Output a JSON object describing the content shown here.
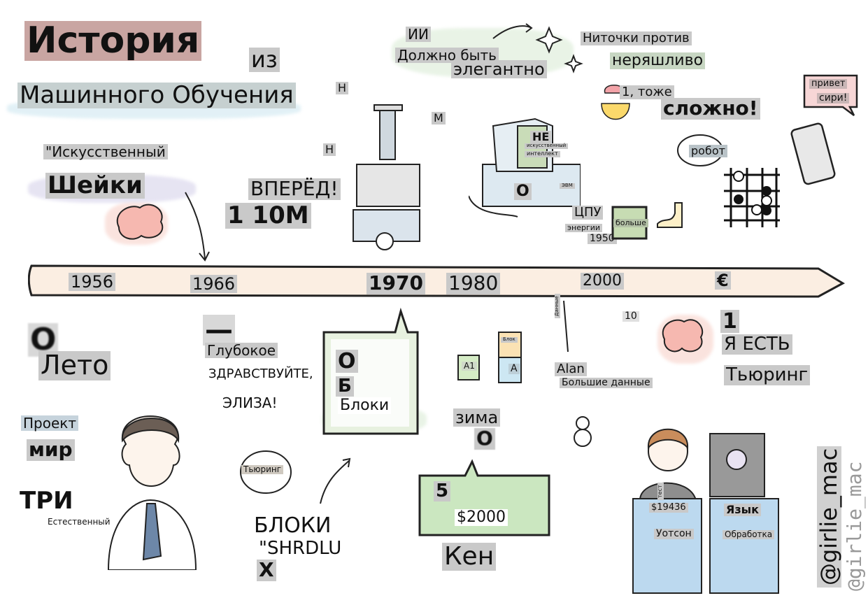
{
  "title": {
    "line1": "История",
    "line2": "из",
    "line3": "Машинного Обучения"
  },
  "top_left": {
    "quote": "\"Искусственный",
    "shakey": "Шейки"
  },
  "robot": {
    "forward": "ВПЕРЁД!",
    "cost": "1 10M",
    "letter_n1": "Н",
    "letter_m": "М",
    "letter_n2": "Н"
  },
  "ai_elegant": {
    "ai": "ИИ",
    "should_be": "Должно быть",
    "elegant": "элегантно"
  },
  "scruffy": {
    "neats_vs": "Ниточки против",
    "scruffy": "неряшливо",
    "too": "1, тоже",
    "hard": "сложно!"
  },
  "siri": {
    "line1": "привет",
    "line2": "сири!"
  },
  "computer": {
    "screen_1": "НЕ",
    "screen_2": "искусственный",
    "screen_3": "интеллект",
    "base": "О",
    "badge": "ЭВМ"
  },
  "compute": {
    "robot_bubble": "робот",
    "cpu": "ЦПУ",
    "energy": "энергии",
    "year": "1950",
    "chip": "больше"
  },
  "timeline": {
    "years": [
      "1956",
      "1966",
      "1970",
      "1980",
      "2000",
      "€"
    ]
  },
  "lower_left": {
    "o": "О",
    "dash": "—",
    "summer": "Лето",
    "project": "Проект",
    "world": "мир",
    "three": "ТРИ",
    "natural": "Естественный"
  },
  "eliza": {
    "deep": "Глубокое",
    "hello": "ЗДРАВСТВУЙТЕ,",
    "eliza": "ЭЛИЗА!"
  },
  "blocks_board": {
    "o": "О",
    "b": "Б",
    "blocks": "Блоки"
  },
  "cubes": {
    "a1": "A1",
    "a": "A",
    "top": "Блок"
  },
  "winter": {
    "winter": "зима",
    "o": "О"
  },
  "turing_bubble": "Тьюринг",
  "shrdlu": {
    "blocks": "БЛОКИ",
    "name": "\"SHRDLU",
    "x": "X"
  },
  "ken": {
    "five": "5",
    "money": "$2000",
    "ken": "Кен"
  },
  "alan": {
    "tag": "Alan",
    "big_data": "Большие данные",
    "pole": "Данные"
  },
  "i_am": {
    "ten": "10",
    "one": "1",
    "i_am": "Я ЕСТЬ",
    "turing": "Тьюринг"
  },
  "watson": {
    "score": "$19436",
    "name": "Уотсон",
    "language": "Язык",
    "processing": "Обработка",
    "test": "тест"
  },
  "credit": {
    "handle": "@girlie_mac",
    "signature": "@girlie_mac"
  }
}
